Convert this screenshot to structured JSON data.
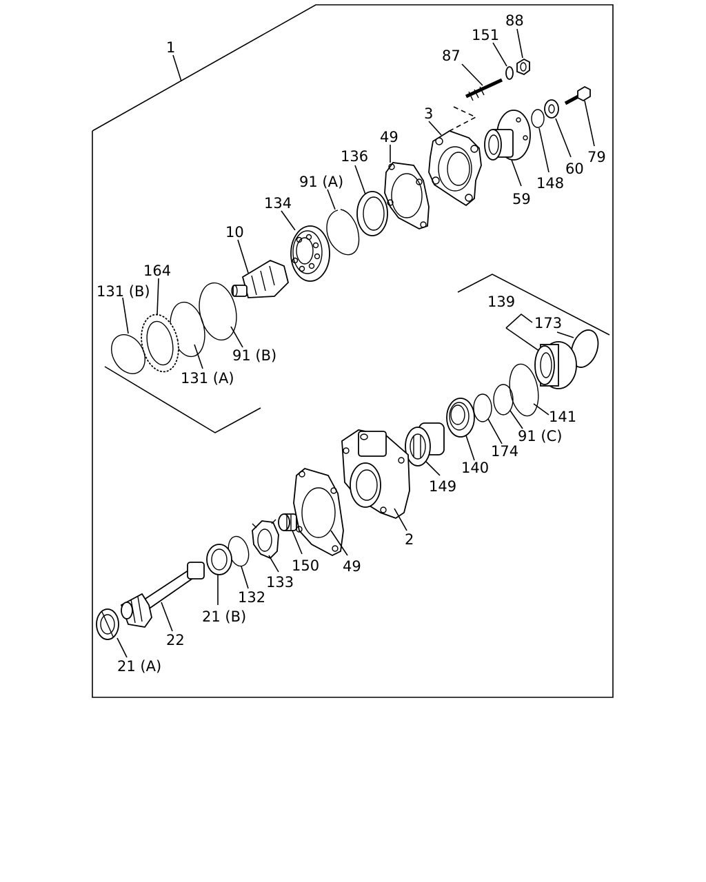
{
  "labels": {
    "p1": "1",
    "p88": "88",
    "p151": "151",
    "p87": "87",
    "p3": "3",
    "p49a": "49",
    "p136": "136",
    "p91a": "91 (A)",
    "p134": "134",
    "p10": "10",
    "p164": "164",
    "p131b": "131 (B)",
    "p131a": "131 (A)",
    "p91b": "91 (B)",
    "p79": "79",
    "p60": "60",
    "p148": "148",
    "p59": "59",
    "p139": "139",
    "p173": "173",
    "p141": "141",
    "p91c": "91 (C)",
    "p174": "174",
    "p140": "140",
    "p149": "149",
    "p2": "2",
    "p150": "150",
    "p49b": "49",
    "p133": "133",
    "p132": "132",
    "p21b": "21 (B)",
    "p22": "22",
    "p21a": "21 (A)"
  }
}
